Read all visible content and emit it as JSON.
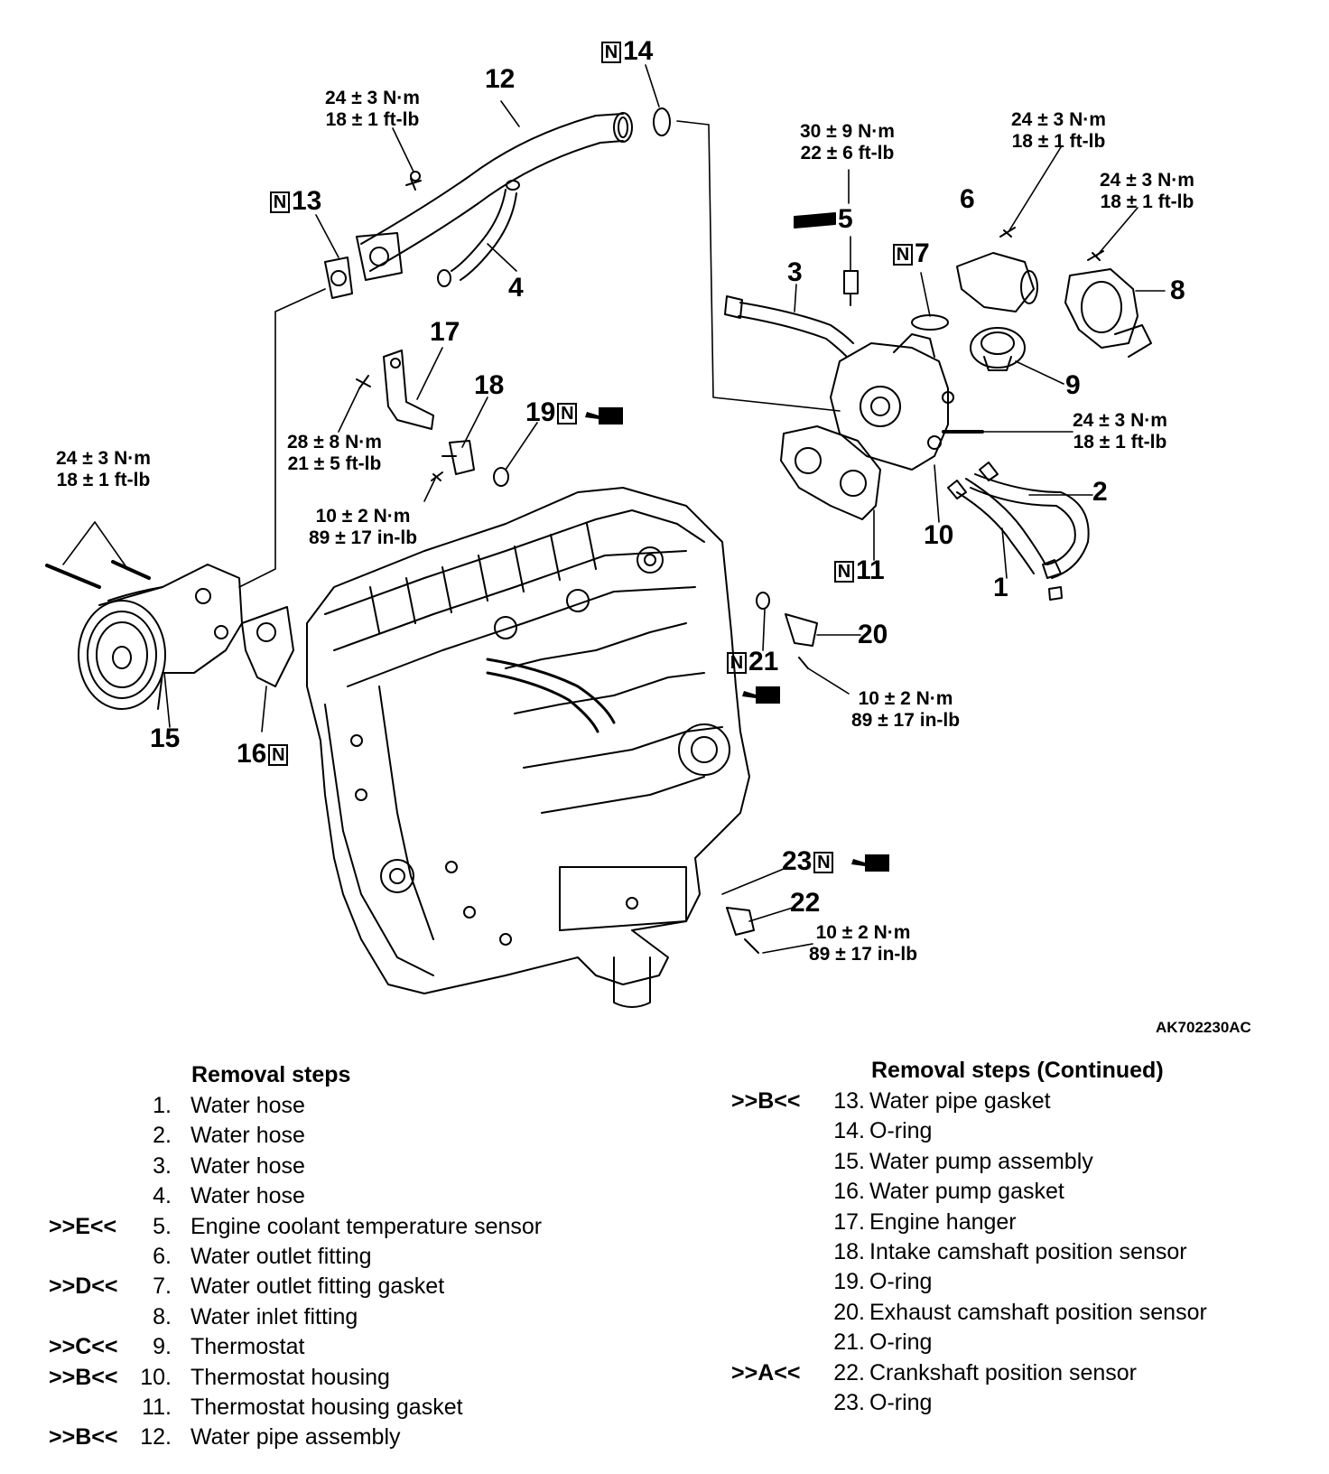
{
  "figure_id": "AK702230AC",
  "callouts": {
    "n1": "1",
    "n2": "2",
    "n3": "3",
    "n4": "4",
    "n5": "5",
    "n6": "6",
    "n7": "7",
    "n8": "8",
    "n9": "9",
    "n10": "10",
    "n11": "11",
    "n12": "12",
    "n13": "13",
    "n14": "14",
    "n15": "15",
    "n16": "16",
    "n17": "17",
    "n18": "18",
    "n19": "19",
    "n20": "20",
    "n21": "21",
    "n22": "22",
    "n23": "23",
    "new_part_badge": "N"
  },
  "torques": {
    "t_pipe": [
      "24 ± 3 N·m",
      "18 ± 1 ft-lb"
    ],
    "t_ect": [
      "30 ± 9 N·m",
      "22 ± 6 ft-lb"
    ],
    "t_outlet": [
      "24 ± 3 N·m",
      "18 ± 1 ft-lb"
    ],
    "t_inlet": [
      "24 ± 3 N·m",
      "18 ± 1 ft-lb"
    ],
    "t_housing": [
      "24 ± 3 N·m",
      "18 ± 1 ft-lb"
    ],
    "t_pump": [
      "24 ± 3 N·m",
      "18 ± 1 ft-lb"
    ],
    "t_hanger": [
      "28 ± 8 N·m",
      "21 ± 5 ft-lb"
    ],
    "t_cmp_in": [
      "10 ± 2 N·m",
      "89 ± 17 in-lb"
    ],
    "t_cmp_ex": [
      "10 ± 2 N·m",
      "89 ± 17 in-lb"
    ],
    "t_ckp": [
      "10 ± 2 N·m",
      "89 ± 17 in-lb"
    ]
  },
  "removal_left": {
    "title": "Removal steps",
    "steps": [
      {
        "mark": "",
        "no": "1.",
        "text": "Water hose"
      },
      {
        "mark": "",
        "no": "2.",
        "text": "Water hose"
      },
      {
        "mark": "",
        "no": "3.",
        "text": "Water hose"
      },
      {
        "mark": "",
        "no": "4.",
        "text": "Water hose"
      },
      {
        "mark": ">>E<<",
        "no": "5.",
        "text": "Engine coolant temperature sensor"
      },
      {
        "mark": "",
        "no": "6.",
        "text": "Water outlet fitting"
      },
      {
        "mark": ">>D<<",
        "no": "7.",
        "text": "Water outlet fitting gasket"
      },
      {
        "mark": "",
        "no": "8.",
        "text": "Water inlet fitting"
      },
      {
        "mark": ">>C<<",
        "no": "9.",
        "text": "Thermostat"
      },
      {
        "mark": ">>B<<",
        "no": "10.",
        "text": "Thermostat housing"
      },
      {
        "mark": "",
        "no": "11.",
        "text": "Thermostat housing gasket"
      },
      {
        "mark": ">>B<<",
        "no": "12.",
        "text": "Water pipe assembly"
      }
    ]
  },
  "removal_right": {
    "title": "Removal steps (Continued)",
    "steps": [
      {
        "mark": ">>B<<",
        "no": "13.",
        "text": "Water pipe gasket"
      },
      {
        "mark": "",
        "no": "14.",
        "text": "O-ring"
      },
      {
        "mark": "",
        "no": "15.",
        "text": "Water pump assembly"
      },
      {
        "mark": "",
        "no": "16.",
        "text": "Water pump gasket"
      },
      {
        "mark": "",
        "no": "17.",
        "text": "Engine hanger"
      },
      {
        "mark": "",
        "no": "18.",
        "text": "Intake camshaft position sensor"
      },
      {
        "mark": "",
        "no": "19.",
        "text": "O-ring"
      },
      {
        "mark": "",
        "no": "20.",
        "text": "Exhaust camshaft position sensor"
      },
      {
        "mark": "",
        "no": "21.",
        "text": "O-ring"
      },
      {
        "mark": ">>A<<",
        "no": "22.",
        "text": "Crankshaft position sensor"
      },
      {
        "mark": "",
        "no": "23.",
        "text": "O-ring"
      }
    ]
  }
}
